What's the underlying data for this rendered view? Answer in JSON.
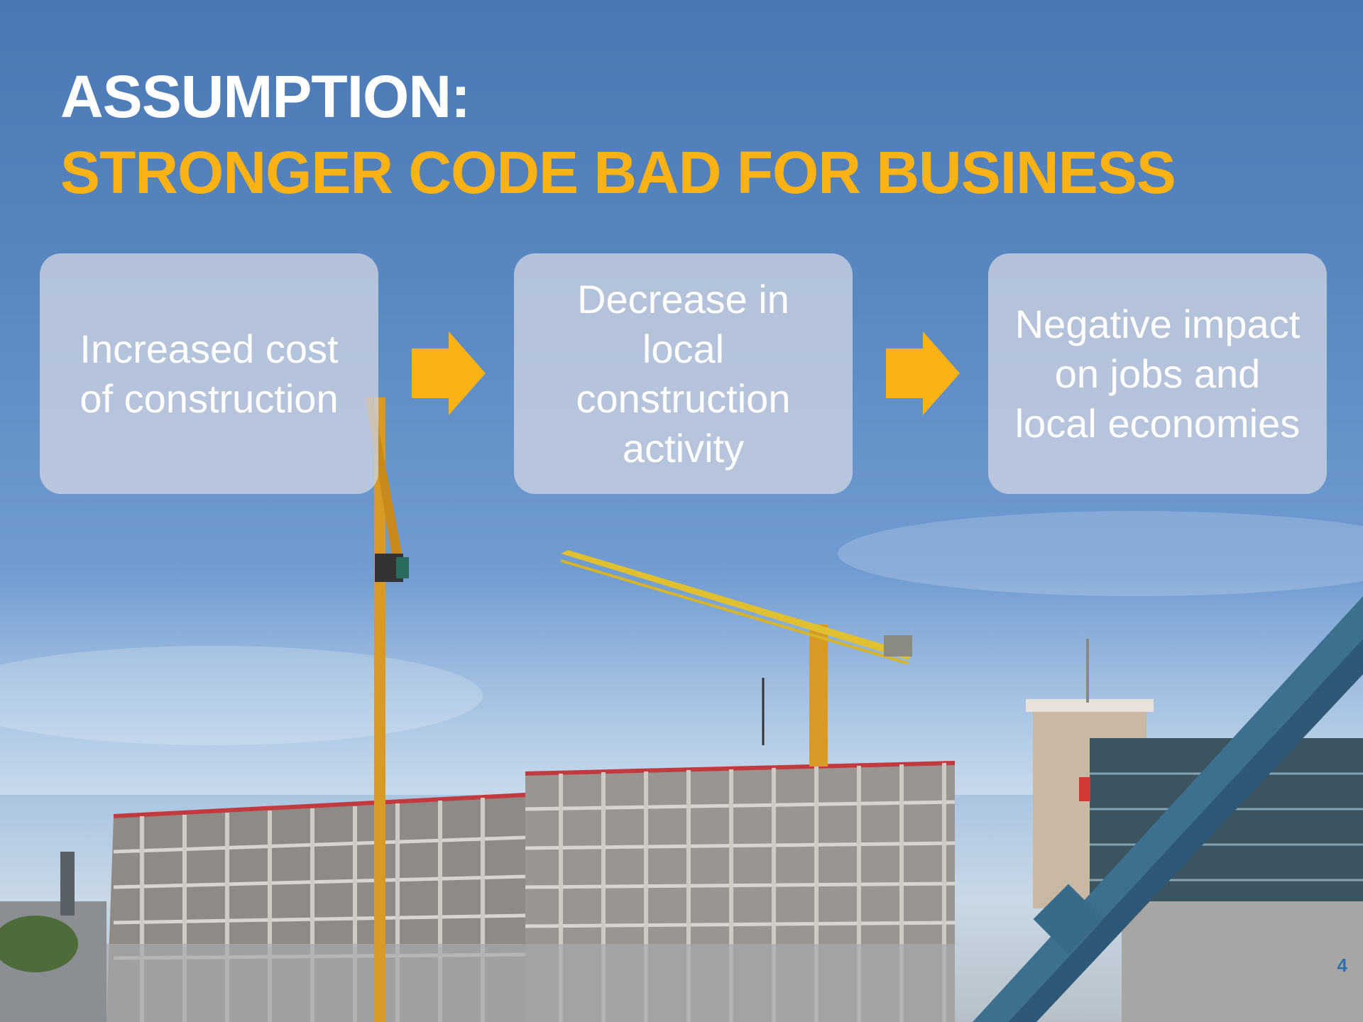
{
  "slide": {
    "title_line_1": "ASSUMPTION:",
    "title_line_2": "STRONGER CODE BAD FOR BUSINESS",
    "page_number": "4"
  },
  "flow": {
    "steps": [
      {
        "text": "Increased cost of construction"
      },
      {
        "text": "Decrease in local construction activity"
      },
      {
        "text": "Negative impact on jobs and local economies"
      }
    ]
  },
  "colors": {
    "title_primary": "#ffffff",
    "title_accent": "#fbb215",
    "arrow": "#fbb215",
    "box_fill": "#cdd4e0"
  },
  "background": {
    "icon": "construction-site-photo"
  }
}
